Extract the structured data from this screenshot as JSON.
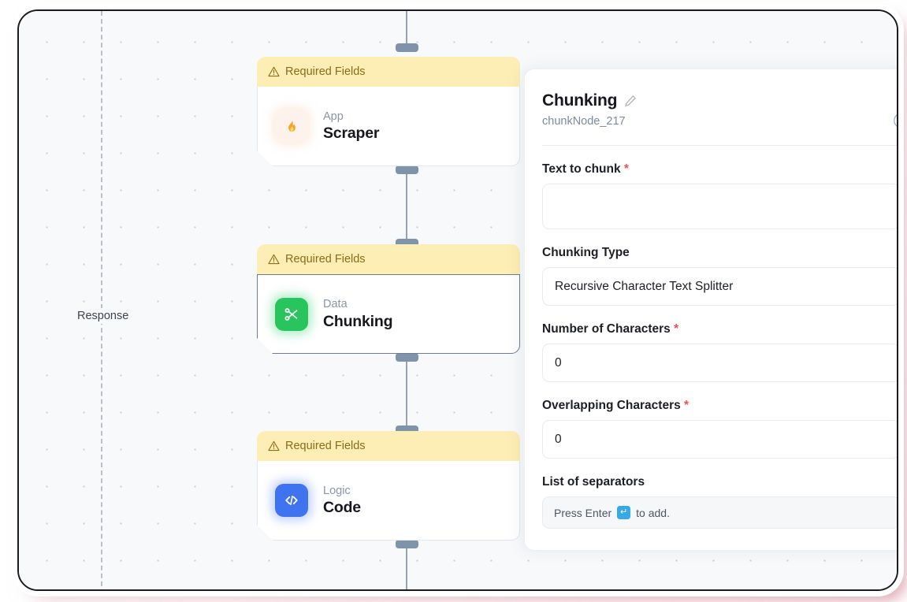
{
  "canvas": {
    "response_label": "Response",
    "divider": "dashed-vertical-line"
  },
  "nodes": [
    {
      "banner": "Required Fields",
      "kind": "App",
      "title": "Scraper",
      "icon": "flame-icon",
      "icon_glyph": "🔥",
      "selected": false
    },
    {
      "banner": "Required Fields",
      "kind": "Data",
      "title": "Chunking",
      "icon": "scissors-icon",
      "icon_glyph": "✂",
      "selected": true
    },
    {
      "banner": "Required Fields",
      "kind": "Logic",
      "title": "Code",
      "icon": "code-brackets-icon",
      "icon_glyph": "</>",
      "selected": false
    }
  ],
  "panel": {
    "title": "Chunking",
    "edit_icon": "pencil-icon",
    "node_id": "chunkNode_217",
    "help_icon": "question-mark-circle-icon",
    "fields": [
      {
        "label": "Text to chunk",
        "required": true,
        "value": "",
        "type": "textarea"
      },
      {
        "label": "Chunking Type",
        "required": false,
        "value": "Recursive Character Text Splitter",
        "type": "select"
      },
      {
        "label": "Number of Characters",
        "required": true,
        "value": "0",
        "type": "number"
      },
      {
        "label": "Overlapping Characters",
        "required": true,
        "value": "0",
        "type": "number"
      },
      {
        "label": "List of separators",
        "required": false,
        "type": "tags",
        "hint_prefix": "Press Enter",
        "hint_key": "↵",
        "hint_suffix": "to add."
      }
    ]
  },
  "colors": {
    "banner_bg": "#fdeeb5",
    "banner_text": "#8a6d16",
    "accent_green": "#28c45e",
    "accent_blue": "#3f73ef",
    "required_star": "#ef5350",
    "selected_border": "#6b7d95",
    "connector": "#7f93ab"
  }
}
